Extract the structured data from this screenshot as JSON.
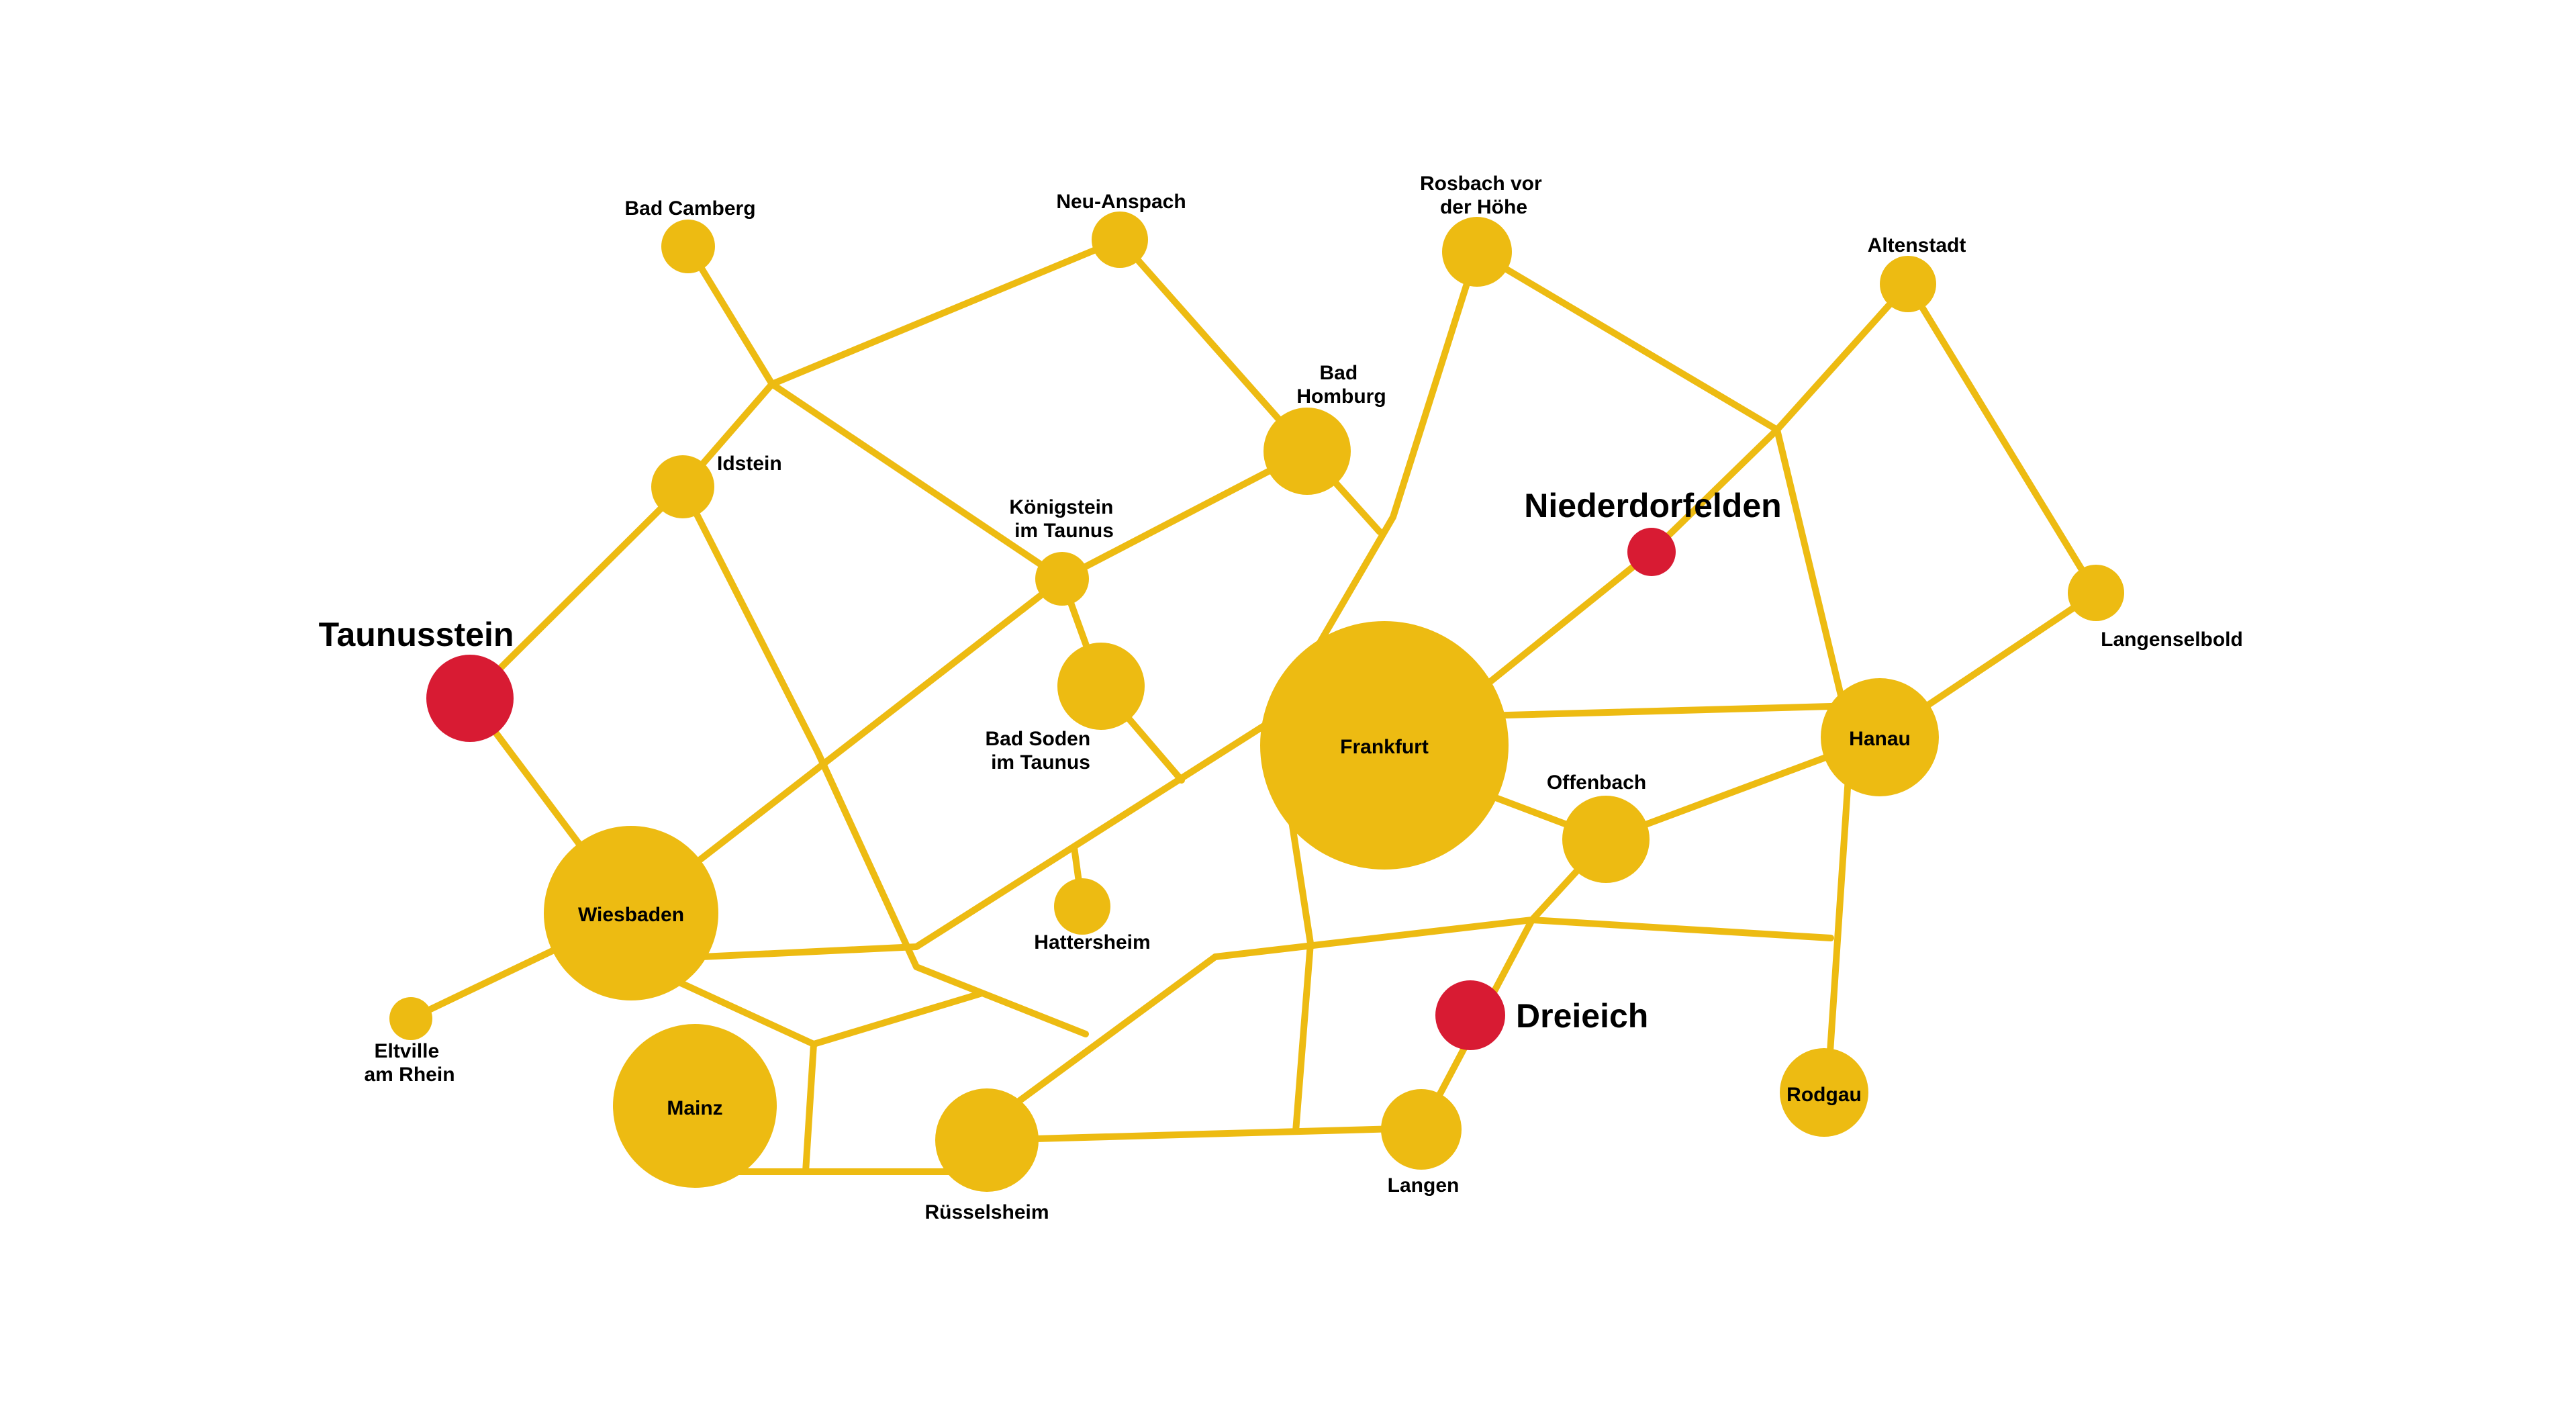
{
  "colors": {
    "background": "#FFFFFF",
    "network": "#EDBB12",
    "highlight": "#D81B33",
    "text": "#000000"
  },
  "cities": {
    "bad_camberg": {
      "name": "Bad Camberg",
      "highlighted": false
    },
    "neu_anspach": {
      "name": "Neu-Anspach",
      "highlighted": false
    },
    "rosbach": {
      "name": "Rosbach vor der Höhe",
      "lines": [
        "Rosbach vor",
        "der Höhe"
      ],
      "highlighted": false
    },
    "altenstadt": {
      "name": "Altenstadt",
      "highlighted": false
    },
    "bad_homburg": {
      "name": "Bad Homburg",
      "lines": [
        "Bad",
        "Homburg"
      ],
      "highlighted": false
    },
    "idstein": {
      "name": "Idstein",
      "highlighted": false
    },
    "koenigstein": {
      "name": "Königstein im Taunus",
      "lines": [
        "Königstein",
        "im Taunus"
      ],
      "highlighted": false
    },
    "niederdorfelden": {
      "name": "Niederdorfelden",
      "highlighted": true
    },
    "taunusstein": {
      "name": "Taunusstein",
      "highlighted": true
    },
    "langenselbold": {
      "name": "Langenselbold",
      "highlighted": false
    },
    "bad_soden": {
      "name": "Bad Soden im Taunus",
      "lines": [
        "Bad Soden",
        "im Taunus"
      ],
      "highlighted": false
    },
    "frankfurt": {
      "name": "Frankfurt",
      "highlighted": false
    },
    "hanau": {
      "name": "Hanau",
      "highlighted": false
    },
    "offenbach": {
      "name": "Offenbach",
      "highlighted": false
    },
    "wiesbaden": {
      "name": "Wiesbaden",
      "highlighted": false
    },
    "hattersheim": {
      "name": "Hattersheim",
      "highlighted": false
    },
    "eltville": {
      "name": "Eltville am Rhein",
      "lines": [
        "Eltville",
        "am Rhein"
      ],
      "highlighted": false
    },
    "dreieich": {
      "name": "Dreieich",
      "highlighted": true
    },
    "rodgau": {
      "name": "Rodgau",
      "highlighted": false
    },
    "mainz": {
      "name": "Mainz",
      "highlighted": false
    },
    "ruesselsheim": {
      "name": "Rüsselsheim",
      "highlighted": false
    },
    "langen": {
      "name": "Langen",
      "highlighted": false
    }
  }
}
